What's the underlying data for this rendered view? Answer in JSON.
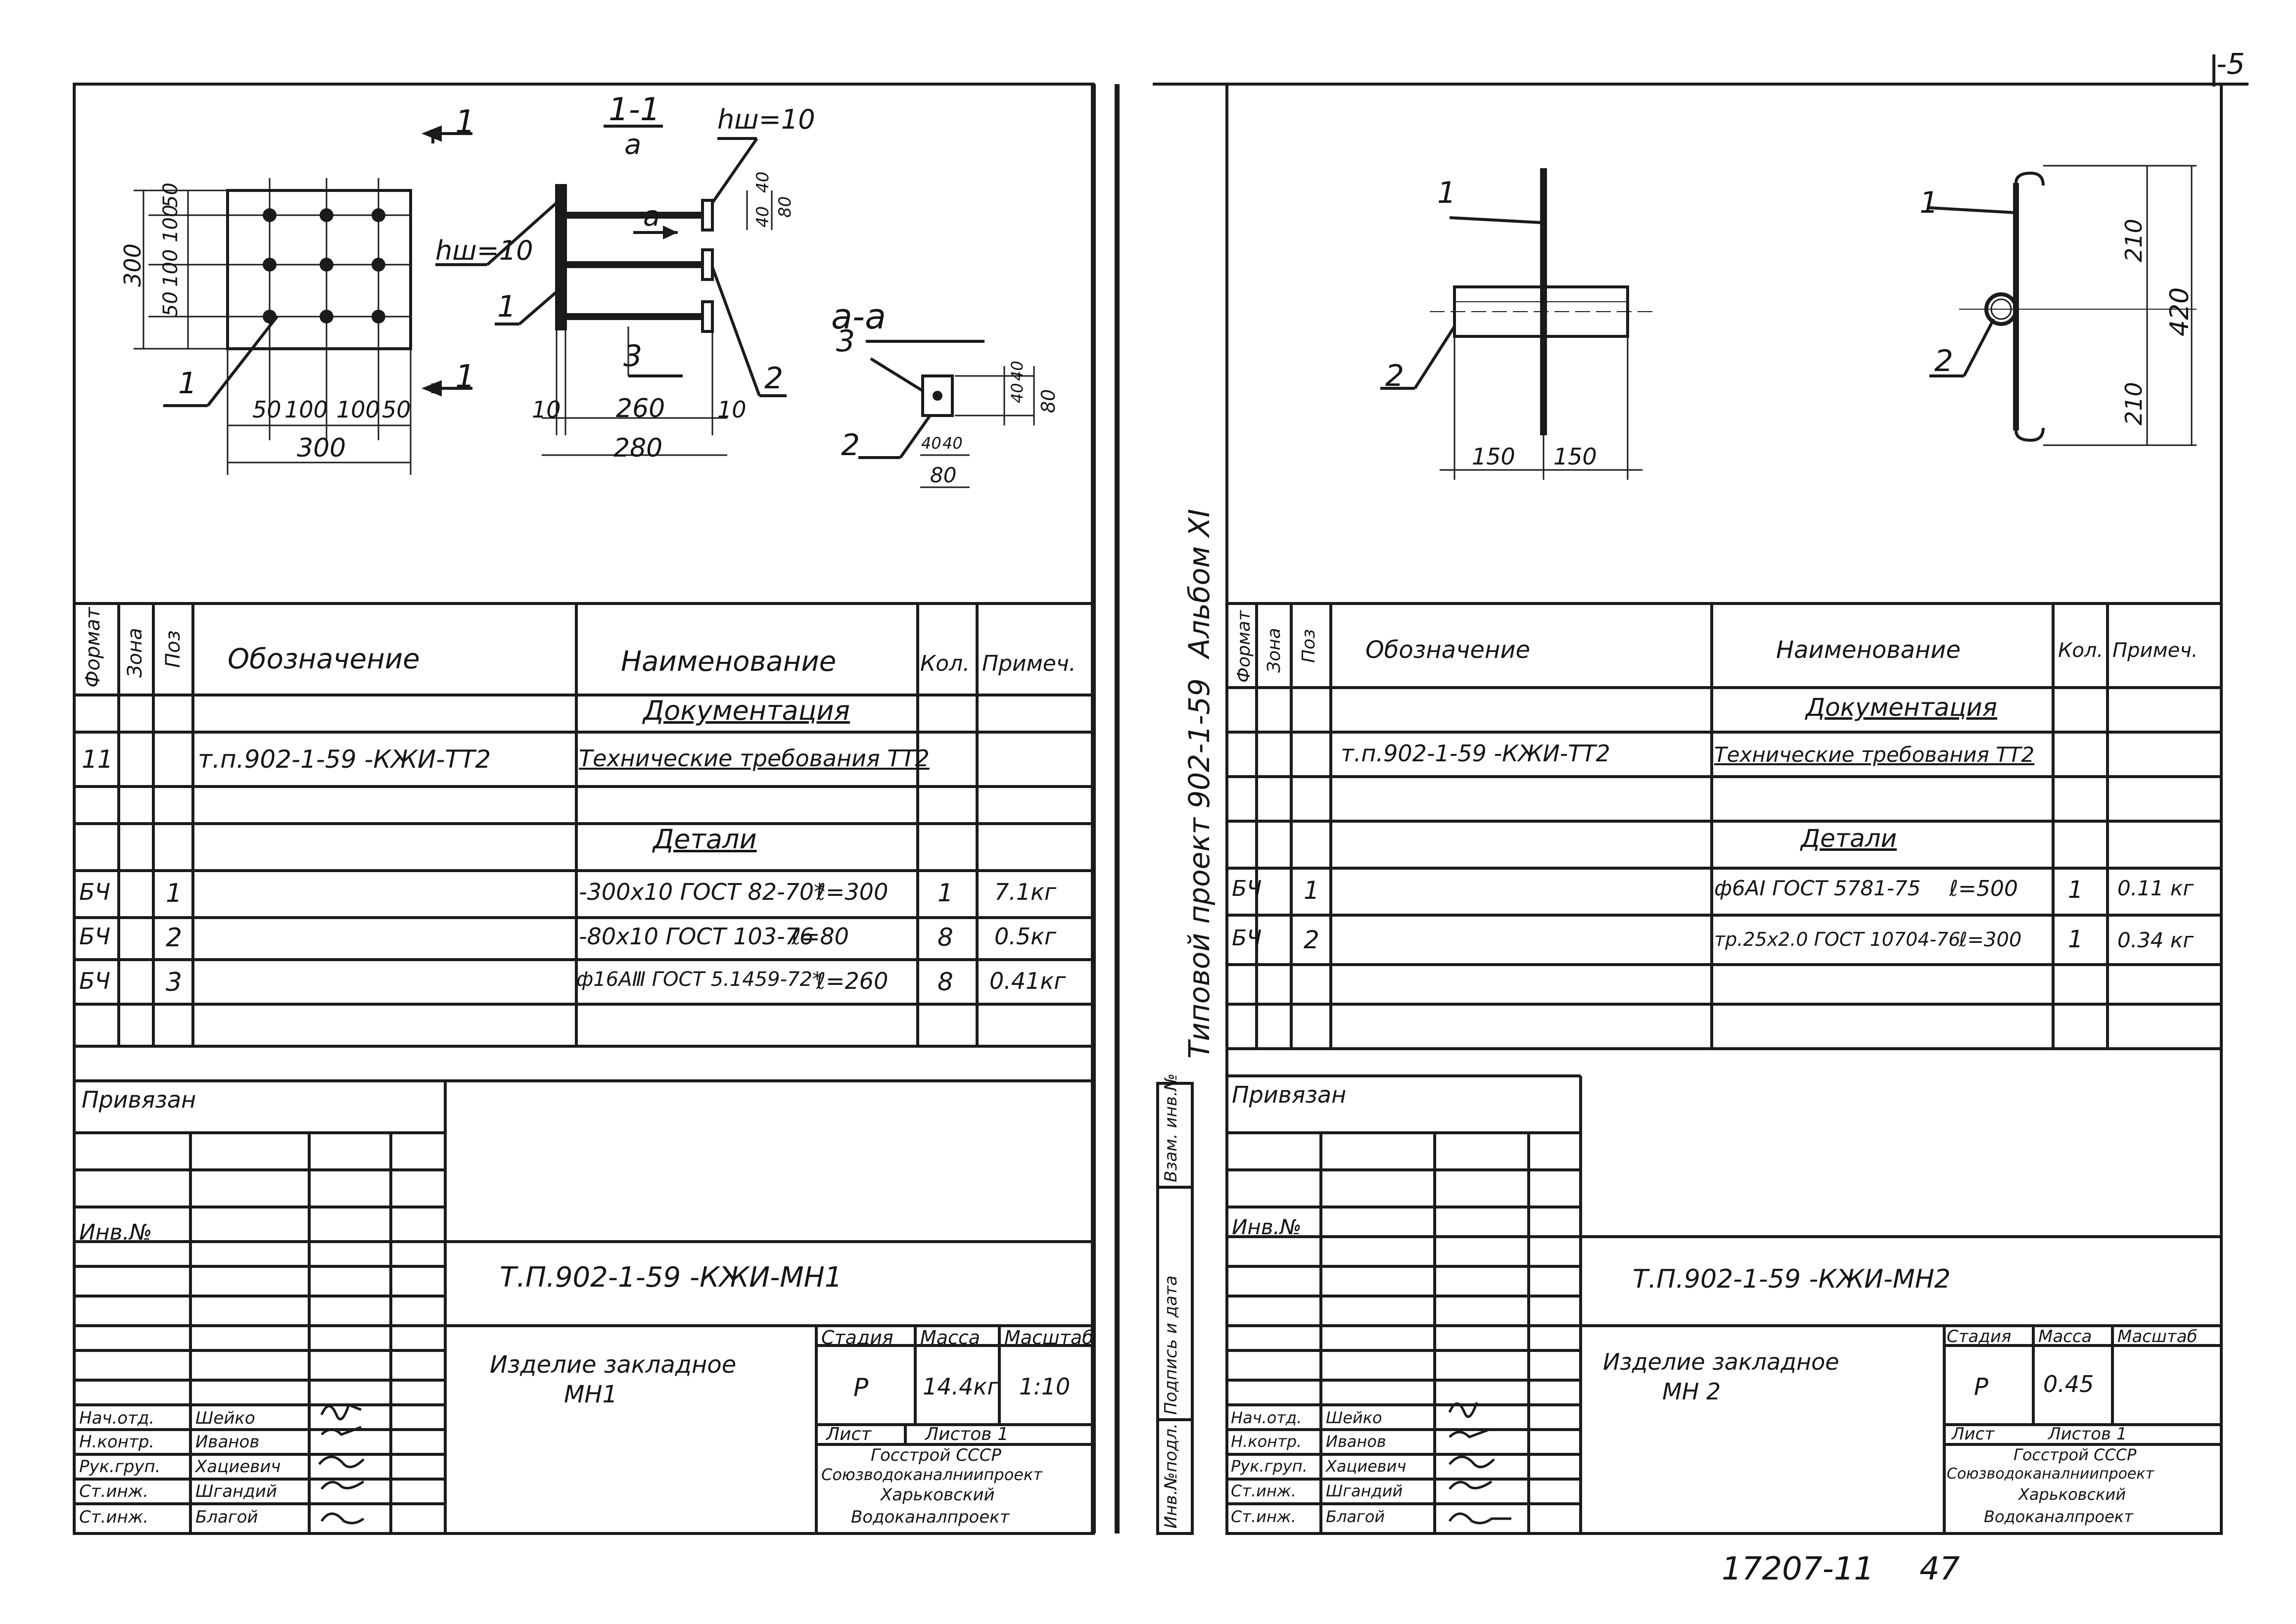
{
  "sheet": {
    "page_number": "-5",
    "album_label": "Альбом XI",
    "project_label": "Типовой проект 902-1-59",
    "vertical_stamp_labels": [
      "Инв.№подл.",
      "Подпись и дата",
      "Взам. инв.№"
    ],
    "bottom_inventory": "17207-11",
    "bottom_sheet": "47"
  },
  "left": {
    "drawing": {
      "section_mark": "1",
      "section_title": "1-1",
      "detail_mark": "a",
      "section_aa": "a-a",
      "weld_label": "hш=10",
      "plate_dims_h": [
        "50",
        "100",
        "100",
        "50"
      ],
      "plate_total_h": "300",
      "plate_dims_v": [
        "50",
        "100",
        "100",
        "50"
      ],
      "plate_total_v": "300",
      "elev_dims": [
        "10",
        "260",
        "10"
      ],
      "elev_total": "280",
      "side_dims": [
        "40",
        "40",
        "80"
      ],
      "aa_dims_v": [
        "40",
        "40",
        "80"
      ],
      "aa_dims_h": [
        "40",
        "40",
        "80"
      ],
      "callouts": [
        "1",
        "2",
        "3"
      ]
    },
    "table": {
      "headers": [
        "Формат",
        "Зона",
        "Поз",
        "Обозначение",
        "Наименование",
        "Кол.",
        "Примеч."
      ],
      "section_docs": "Документация",
      "doc_row": {
        "format": "11",
        "designation": "т.п.902-1-59    -КЖИ-ТТ2",
        "name": "Технические требования ТТ2"
      },
      "section_parts": "Детали",
      "rows": [
        {
          "format": "БЧ",
          "pos": "1",
          "name": "-300х10 ГОСТ 82-70*",
          "len": "ℓ=300",
          "qty": "1",
          "note": "7.1кг"
        },
        {
          "format": "БЧ",
          "pos": "2",
          "name": "-80х10 ГОСТ 103-76",
          "len": "ℓ=80",
          "qty": "8",
          "note": "0.5кг"
        },
        {
          "format": "БЧ",
          "pos": "3",
          "name": "ф16АⅢ ГОСТ 5.1459-72*",
          "len": "ℓ=260",
          "qty": "8",
          "note": "0.41кг"
        }
      ]
    },
    "stamp": {
      "privyazan": "Привязан",
      "inv": "Инв.№",
      "code": "Т.П.902-1-59    -КЖИ-МН1",
      "title": "Изделие закладное",
      "subtitle": "МН1",
      "stage_head": [
        "Стадия",
        "Масса",
        "Масштаб"
      ],
      "stage_vals": [
        "Р",
        "14.4кг",
        "1:10"
      ],
      "sheet_row": [
        "Лист",
        "Листов 1"
      ],
      "org": [
        "Госстрой СССР",
        "Союзводоканалниипроект",
        "Харьковский",
        "Водоканалпроект"
      ],
      "signers": [
        {
          "role": "Нач.отд.",
          "name": "Шейко"
        },
        {
          "role": "Н.контр.",
          "name": "Иванов"
        },
        {
          "role": "Рук.груп.",
          "name": "Хациевич"
        },
        {
          "role": "Ст.инж.",
          "name": "Шгандий"
        },
        {
          "role": "Ст.инж.",
          "name": "Благой"
        }
      ]
    }
  },
  "right": {
    "drawing": {
      "dims_h": [
        "150",
        "150"
      ],
      "dims_v": [
        "210",
        "210"
      ],
      "total_v": "420",
      "callouts": [
        "1",
        "2"
      ]
    },
    "table": {
      "headers": [
        "Формат",
        "Зона",
        "Поз",
        "Обозначение",
        "Наименование",
        "Кол.",
        "Примеч."
      ],
      "section_docs": "Документация",
      "doc_row": {
        "designation": "т.п.902-1-59    -КЖИ-ТТ2",
        "name": "Технические требования ТТ2"
      },
      "section_parts": "Детали",
      "rows": [
        {
          "format": "БЧ",
          "pos": "1",
          "name": "ф6АⅠ ГОСТ 5781-75",
          "len": "ℓ=500",
          "qty": "1",
          "note": "0.11 кг"
        },
        {
          "format": "БЧ",
          "pos": "2",
          "name": "тр.25х2.0 ГОСТ 10704-76",
          "len": "ℓ=300",
          "qty": "1",
          "note": "0.34 кг"
        }
      ]
    },
    "stamp": {
      "privyazan": "Привязан",
      "inv": "Инв.№",
      "code": "Т.П.902-1-59    -КЖИ-МН2",
      "title": "Изделие закладное",
      "subtitle": "МН 2",
      "stage_head": [
        "Стадия",
        "Масса",
        "Масштаб"
      ],
      "stage_vals": [
        "Р",
        "0.45",
        ""
      ],
      "sheet_row": [
        "Лист",
        "Листов 1"
      ],
      "org": [
        "Госстрой СССР",
        "Союзводоканалниипроект",
        "Харьковский",
        "Водоканалпроект"
      ],
      "signers": [
        {
          "role": "Нач.отд.",
          "name": "Шейко"
        },
        {
          "role": "Н.контр.",
          "name": "Иванов"
        },
        {
          "role": "Рук.груп.",
          "name": "Хациевич"
        },
        {
          "role": "Ст.инж.",
          "name": "Шгандий"
        },
        {
          "role": "Ст.инж.",
          "name": "Благой"
        }
      ]
    }
  }
}
